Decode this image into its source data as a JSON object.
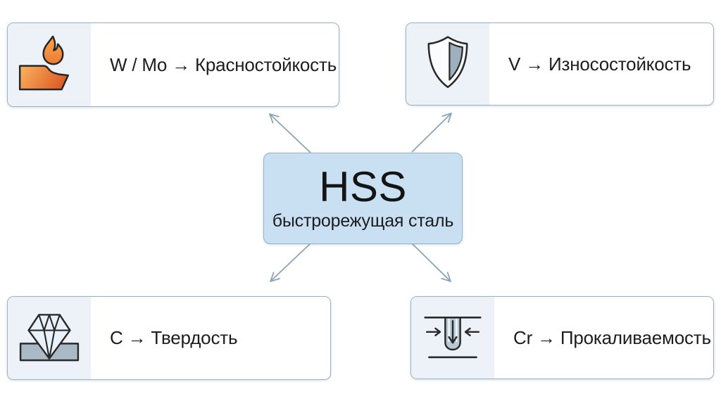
{
  "center": {
    "id": "hss",
    "title": "HSS",
    "subtitle": "быстрорежущая сталь"
  },
  "nodes": [
    {
      "id": "red-hardness",
      "position": "top-left",
      "icon": "flame-cutting-tool-icon",
      "label": "W / Mo → Красностойкость"
    },
    {
      "id": "wear-resistance",
      "position": "top-right",
      "icon": "shield-icon",
      "label": "V → Износостойкость"
    },
    {
      "id": "hardness",
      "position": "bottom-left",
      "icon": "diamond-indenter-icon",
      "label": "C → Твердость"
    },
    {
      "id": "hardenability",
      "position": "bottom-right",
      "icon": "quench-depth-icon",
      "label": "Cr → Прокаливаемость"
    }
  ],
  "edges": [
    {
      "from": "hss",
      "to": "red-hardness"
    },
    {
      "from": "hss",
      "to": "wear-resistance"
    },
    {
      "from": "hss",
      "to": "hardness"
    },
    {
      "from": "hss",
      "to": "hardenability"
    }
  ],
  "colors": {
    "background": "#ffffff",
    "center_fill": "#c9dff2",
    "card_border": "#9db3c4",
    "icon_panel": "#edf2f8",
    "arrow": "#8ba4b8",
    "text": "#1d1d1f",
    "flame_orange": "#ee7a33",
    "steel_gray": "#a9bac6"
  }
}
